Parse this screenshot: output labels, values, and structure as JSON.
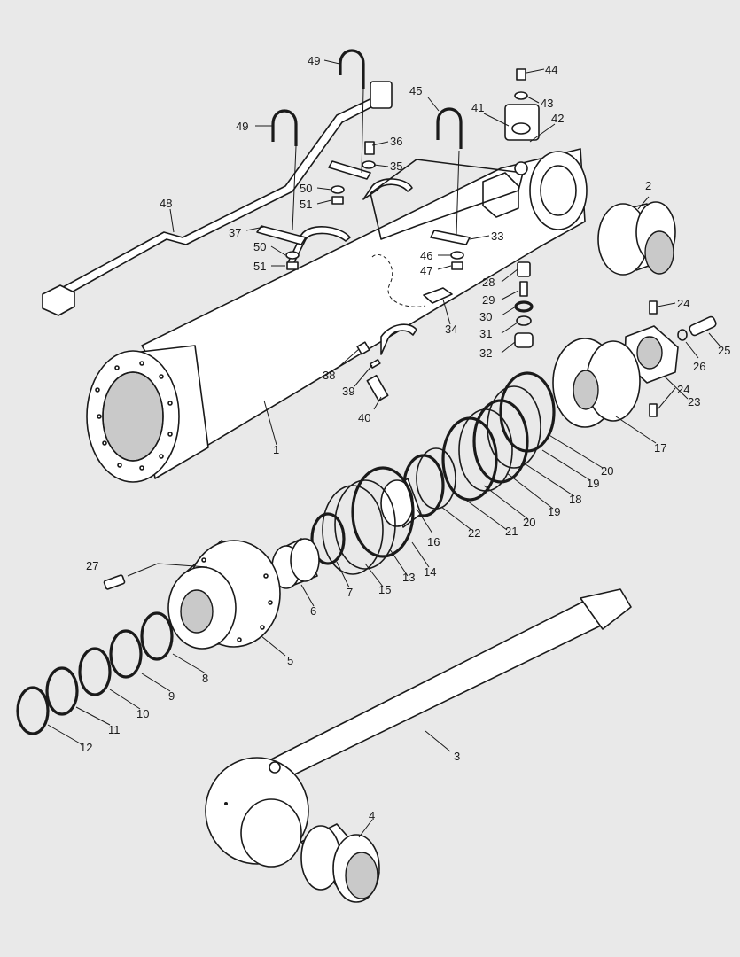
{
  "diagram": {
    "callouts": [
      {
        "id": "c1",
        "label": "1"
      },
      {
        "id": "c2",
        "label": "2"
      },
      {
        "id": "c3",
        "label": "3"
      },
      {
        "id": "c4",
        "label": "4"
      },
      {
        "id": "c5",
        "label": "5"
      },
      {
        "id": "c6",
        "label": "6"
      },
      {
        "id": "c7",
        "label": "7"
      },
      {
        "id": "c8",
        "label": "8"
      },
      {
        "id": "c9",
        "label": "9"
      },
      {
        "id": "c10",
        "label": "10"
      },
      {
        "id": "c11",
        "label": "11"
      },
      {
        "id": "c12",
        "label": "12"
      },
      {
        "id": "c13",
        "label": "13"
      },
      {
        "id": "c14",
        "label": "14"
      },
      {
        "id": "c15",
        "label": "15"
      },
      {
        "id": "c16",
        "label": "16"
      },
      {
        "id": "c17",
        "label": "17"
      },
      {
        "id": "c18",
        "label": "18"
      },
      {
        "id": "c19a",
        "label": "19"
      },
      {
        "id": "c19b",
        "label": "19"
      },
      {
        "id": "c20a",
        "label": "20"
      },
      {
        "id": "c20b",
        "label": "20"
      },
      {
        "id": "c21",
        "label": "21"
      },
      {
        "id": "c22",
        "label": "22"
      },
      {
        "id": "c23",
        "label": "23"
      },
      {
        "id": "c24a",
        "label": "24"
      },
      {
        "id": "c24b",
        "label": "24"
      },
      {
        "id": "c25",
        "label": "25"
      },
      {
        "id": "c26",
        "label": "26"
      },
      {
        "id": "c27",
        "label": "27"
      },
      {
        "id": "c28",
        "label": "28"
      },
      {
        "id": "c29",
        "label": "29"
      },
      {
        "id": "c30",
        "label": "30"
      },
      {
        "id": "c31",
        "label": "31"
      },
      {
        "id": "c32",
        "label": "32"
      },
      {
        "id": "c33",
        "label": "33"
      },
      {
        "id": "c34",
        "label": "34"
      },
      {
        "id": "c35",
        "label": "35"
      },
      {
        "id": "c36",
        "label": "36"
      },
      {
        "id": "c37",
        "label": "37"
      },
      {
        "id": "c38",
        "label": "38"
      },
      {
        "id": "c39",
        "label": "39"
      },
      {
        "id": "c40",
        "label": "40"
      },
      {
        "id": "c41",
        "label": "41"
      },
      {
        "id": "c42",
        "label": "42"
      },
      {
        "id": "c43",
        "label": "43"
      },
      {
        "id": "c44",
        "label": "44"
      },
      {
        "id": "c45",
        "label": "45"
      },
      {
        "id": "c46",
        "label": "46"
      },
      {
        "id": "c47",
        "label": "47"
      },
      {
        "id": "c48",
        "label": "48"
      },
      {
        "id": "c49a",
        "label": "49"
      },
      {
        "id": "c49b",
        "label": "49"
      },
      {
        "id": "c50a",
        "label": "50"
      },
      {
        "id": "c50b",
        "label": "50"
      },
      {
        "id": "c51a",
        "label": "51"
      },
      {
        "id": "c51b",
        "label": "51"
      }
    ]
  }
}
